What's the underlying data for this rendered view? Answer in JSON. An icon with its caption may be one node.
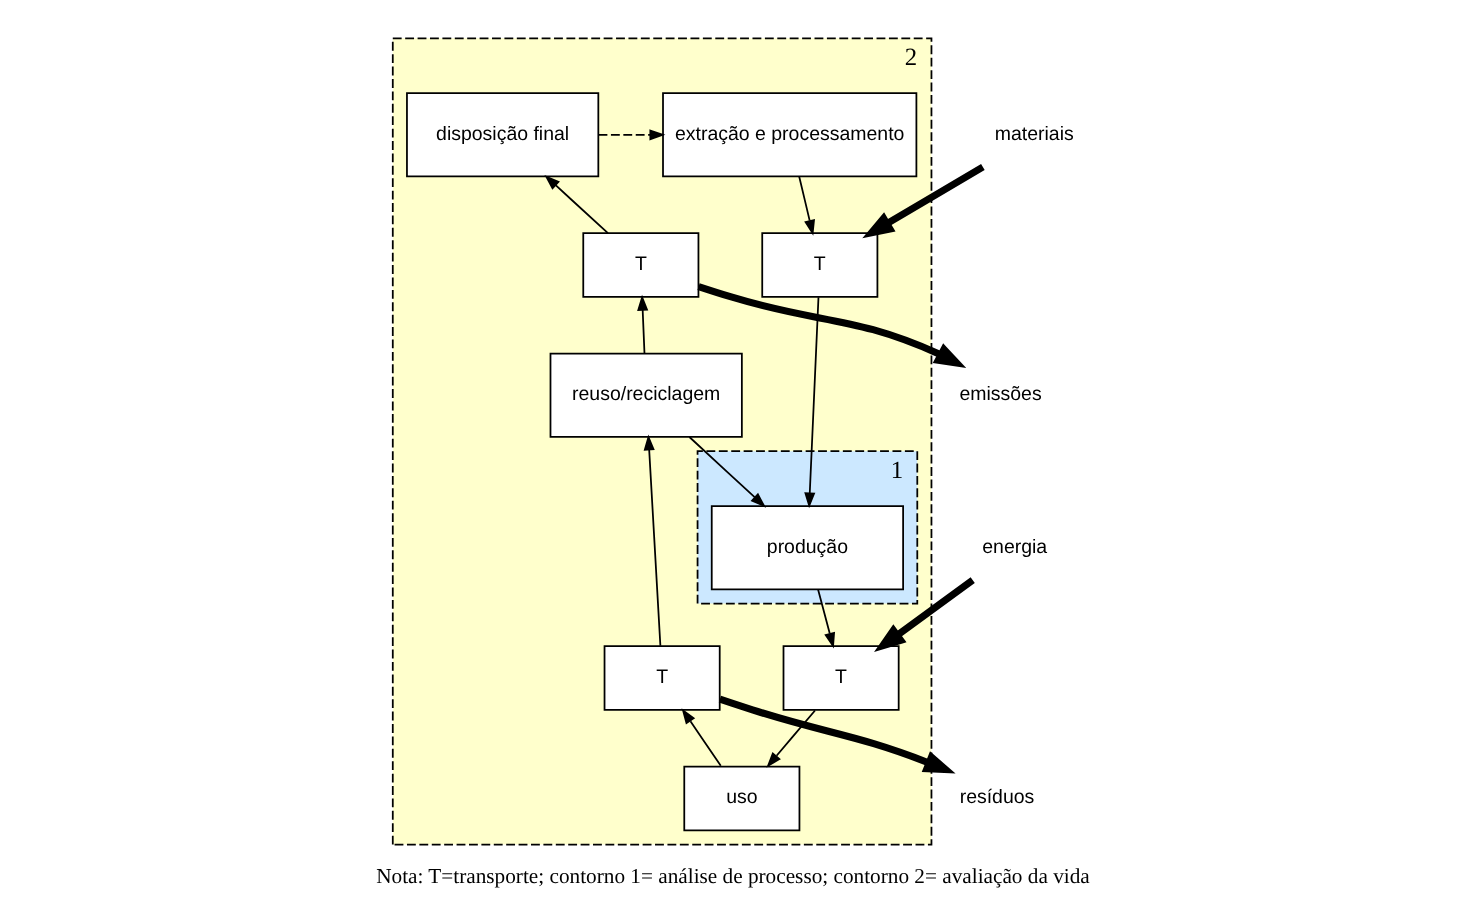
{
  "diagram": {
    "caption": "Nota: T=transporte; contorno 1= análise de processo; contorno 2= avaliação da vida",
    "nodes": [
      {
        "text": [
          "2"
        ]
      },
      {
        "text": [
          "extração e processamento"
        ],
        "in": 0
      },
      {
        "text": [
          "disposição final"
        ],
        "in": 0
      },
      {
        "text": [
          "materiais"
        ]
      },
      {
        "text": [
          "T"
        ],
        "in": 0
      },
      {
        "text": [
          "T"
        ],
        "in": 0
      },
      {
        "text": [
          "emissões"
        ]
      },
      {
        "text": [
          "1"
        ],
        "in": 0
      },
      {
        "text": [
          "produção"
        ],
        "in": 7
      },
      {
        "text": [
          "reuso/reciclagem"
        ],
        "in": 0
      },
      {
        "text": [
          "energia"
        ]
      },
      {
        "text": [
          "T"
        ],
        "in": 0
      },
      {
        "text": [
          "T"
        ],
        "in": 0
      },
      {
        "text": [
          "resíduos"
        ]
      },
      {
        "text": [
          "uso"
        ],
        "in": 0
      }
    ],
    "edges": [
      {
        "from": 2,
        "to": 1,
        "arrow": "to",
        "style": "dashed"
      },
      {
        "from": 1,
        "to": 4,
        "arrow": "to"
      },
      {
        "from": 3,
        "to": 4,
        "arrow": "to",
        "style": "thick"
      },
      {
        "from": 4,
        "to": 8,
        "arrow": "to"
      },
      {
        "from": 9,
        "to": 8,
        "arrow": "to"
      },
      {
        "from": 8,
        "to": 11,
        "arrow": "to"
      },
      {
        "from": 10,
        "to": 11,
        "arrow": "to",
        "style": "thick"
      },
      {
        "from": 11,
        "to": 14,
        "arrow": "to"
      },
      {
        "from": 14,
        "to": 12,
        "arrow": "to"
      },
      {
        "from": 12,
        "to": 9,
        "arrow": "to"
      },
      {
        "from": 9,
        "to": 5,
        "arrow": "to"
      },
      {
        "from": 5,
        "to": 2,
        "arrow": "to"
      },
      {
        "from": 5,
        "to": 6,
        "arrow": "to",
        "style": "thick"
      },
      {
        "from": 12,
        "to": 13,
        "arrow": "to",
        "style": "thick"
      }
    ]
  }
}
